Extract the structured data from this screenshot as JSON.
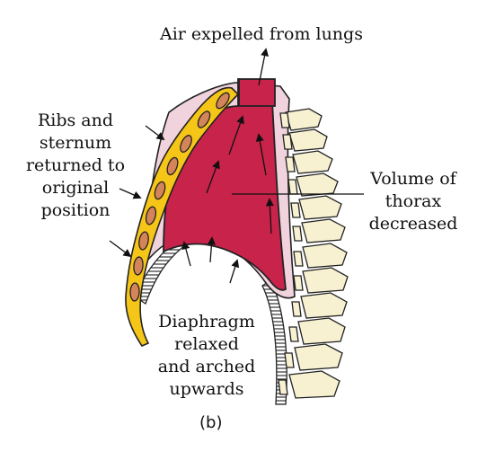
{
  "labels": {
    "air_expelled": "Air expelled from lungs",
    "ribs": [
      "Ribs and",
      "sternum",
      "returned to",
      "original",
      "position"
    ],
    "volume": [
      "Volume of",
      "thorax",
      "decreased"
    ],
    "diaphragm": [
      "Diaphragm",
      "relaxed",
      "and arched",
      "upwards"
    ],
    "caption": "(b)"
  },
  "colors": {
    "lung": "#c8234a",
    "pleura": "#f0d3dc",
    "sternum_ribs": "#f5c518",
    "rib_ovals": "#d4845a",
    "spine": "#f7f1d2",
    "outline": "#222222"
  }
}
